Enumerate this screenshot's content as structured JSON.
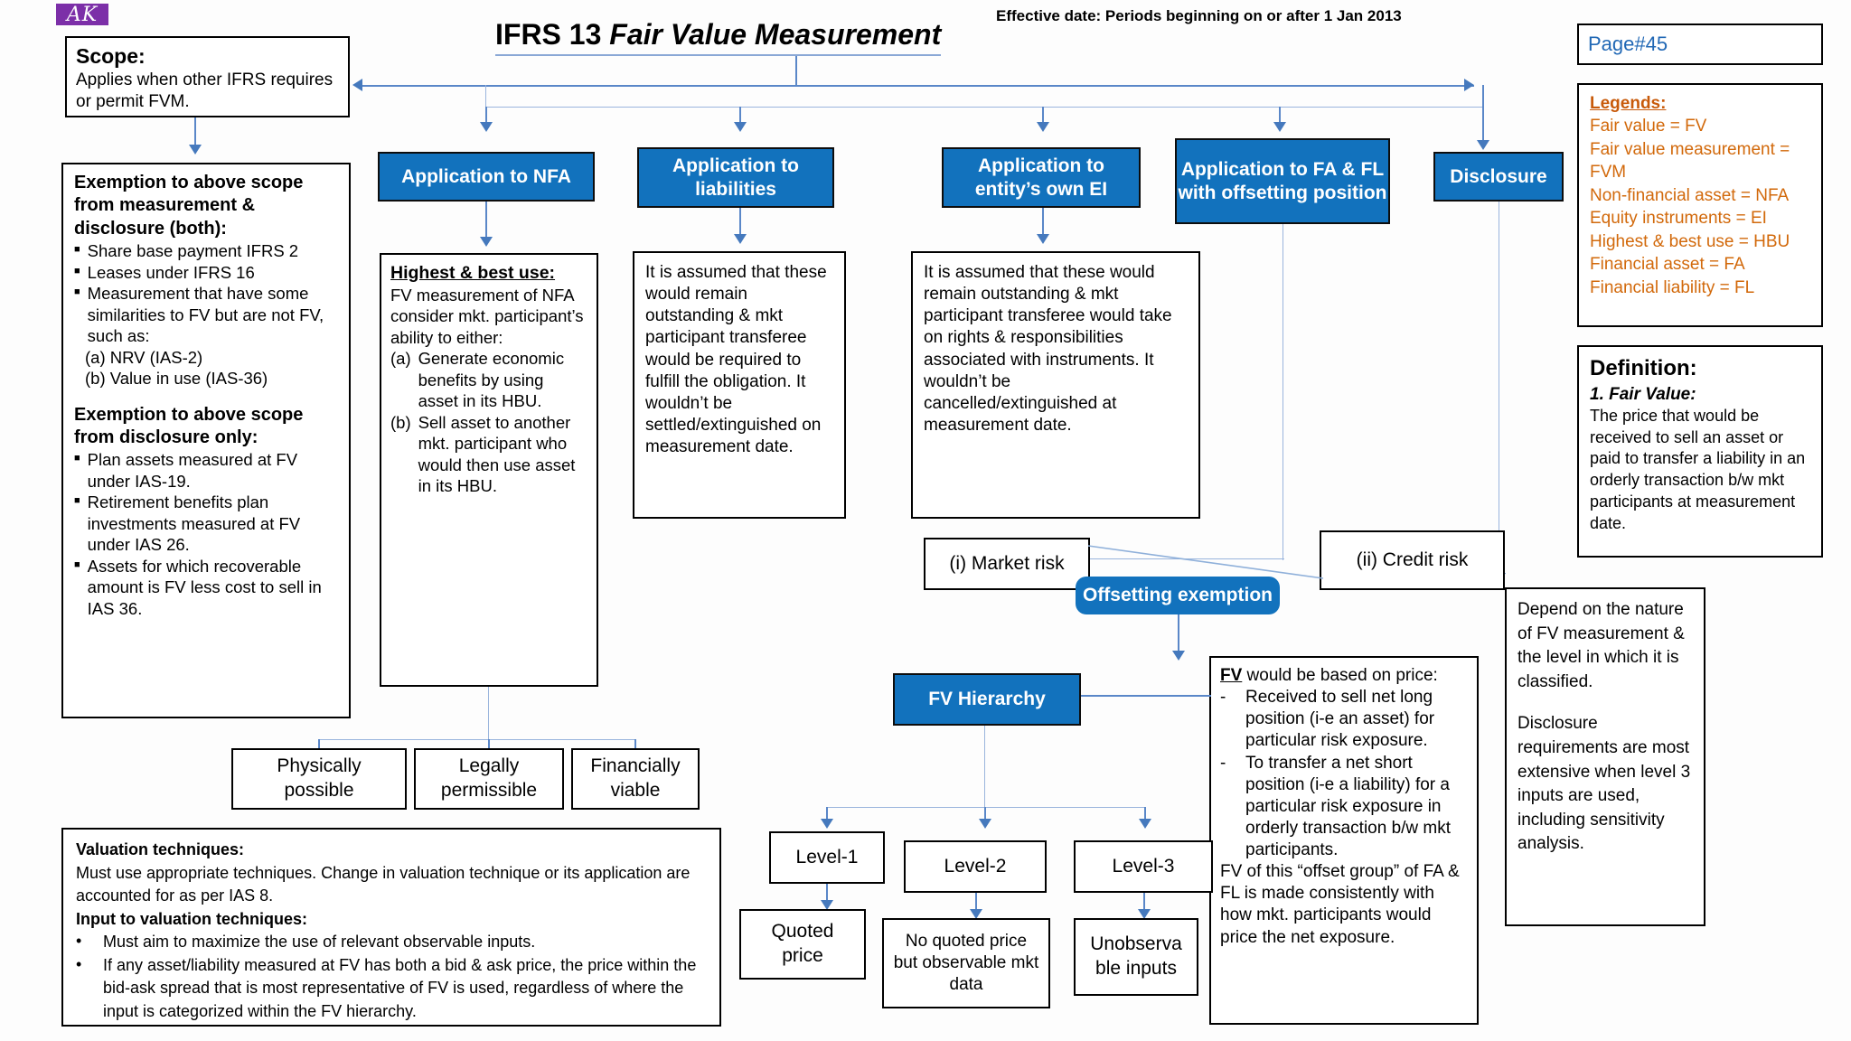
{
  "header": {
    "logo_text": "AK",
    "title_prefix": "IFRS 13 ",
    "title_italic": "Fair Value Measurement",
    "effective_date": "Effective date: Periods beginning on or after 1 Jan 2013",
    "page_label": "Page#45"
  },
  "scope": {
    "heading": "Scope:",
    "body": "Applies when other IFRS requires or permit FVM."
  },
  "exemption": {
    "heading1": "Exemption to above scope from measurement & disclosure (both):",
    "items1": [
      "Share base payment IFRS 2",
      "Leases under IFRS 16",
      "Measurement that have some similarities to FV but are not FV, such as:"
    ],
    "sub_items1": [
      "(a) NRV (IAS-2)",
      "(b) Value in use (IAS-36)"
    ],
    "heading2": "Exemption to above scope from disclosure only:",
    "items2": [
      "Plan assets measured at FV under IAS-19.",
      "Retirement benefits plan investments measured at FV under IAS 26.",
      "Assets for which recoverable amount is FV less cost to sell in IAS 36."
    ]
  },
  "branches": {
    "nfa": "Application to NFA",
    "liabilities": "Application to liabilities",
    "own_ei": "Application to entity’s own EI",
    "fa_fl": "Application to FA & FL with offsetting position",
    "disclosure": "Disclosure"
  },
  "hbu": {
    "heading": "Highest & best use:",
    "body": "FV measurement of NFA consider mkt. participant’s ability to either:",
    "items": [
      {
        "label": "(a)",
        "text": "Generate economic benefits by using asset in its HBU."
      },
      {
        "label": "(b)",
        "text": "Sell asset to another mkt. participant who would then use asset in its HBU."
      }
    ]
  },
  "hbu_criteria": [
    "Physically possible",
    "Legally permissible",
    "Financially viable"
  ],
  "liabilities_text": "It is assumed that these would remain outstanding & mkt participant transferee would be required to fulfill the obligation. It wouldn’t be settled/extinguished on measurement date.",
  "own_ei_text": "It is assumed that these would remain outstanding & mkt participant transferee would take on rights & responsibilities associated with instruments. It wouldn’t be cancelled/extinguished at measurement date.",
  "risks": {
    "market": "(i) Market risk",
    "credit": "(ii) Credit risk",
    "offsetting": "Offsetting exemption"
  },
  "fv_price": {
    "lead_bold": "FV",
    "lead_rest": " would be based on price:",
    "bullets": [
      "Received to sell net long position (i-e an asset) for particular risk exposure.",
      "To transfer a net short position (i-e a liability) for a particular risk exposure in orderly transaction b/w mkt participants."
    ],
    "tail": "FV of this “offset group” of FA & FL is made consistently with how mkt. participants would price the net exposure."
  },
  "hierarchy": {
    "title": "FV Hierarchy",
    "levels": [
      {
        "name": "Level-1",
        "detail": "Quoted price"
      },
      {
        "name": "Level-2",
        "detail": "No quoted price but observable mkt data"
      },
      {
        "name": "Level-3",
        "detail": "Unobserva ble inputs"
      }
    ]
  },
  "valuation": {
    "heading1": "Valuation techniques:",
    "body1": "Must use appropriate techniques. Change in valuation technique or its application are  accounted for as per IAS 8.",
    "heading2": "Input to valuation techniques:",
    "bullets": [
      "Must aim to maximize the use of relevant observable inputs.",
      "If any asset/liability measured at FV has both a bid & ask price, the price within the bid-ask spread that is most representative of FV is used, regardless of where the input is categorized within the FV hierarchy."
    ]
  },
  "legends": {
    "heading": "Legends:",
    "items": [
      "Fair value = FV",
      "Fair value measurement = FVM",
      "Non-financial asset = NFA",
      "Equity instruments = EI",
      "Highest & best use = HBU",
      "Financial asset = FA",
      "Financial liability = FL"
    ]
  },
  "definition": {
    "heading": "Definition:",
    "subheading": "1. Fair Value:",
    "body": "The price that would be received to sell an asset or paid to transfer a liability in an orderly transaction b/w mkt participants at measurement date."
  },
  "disclosure_detail": {
    "para1": "Depend on the nature of FV measurement & the level in which it is classified.",
    "para2": "Disclosure requirements are most extensive when level 3 inputs are used, including sensitivity analysis."
  },
  "colors": {
    "brand_blue": "#1272bd",
    "connector_blue": "#4579bd",
    "legend_orange": "#D2690B",
    "page_blue": "#2168B5",
    "logo_purple": "#7C2FA8"
  }
}
